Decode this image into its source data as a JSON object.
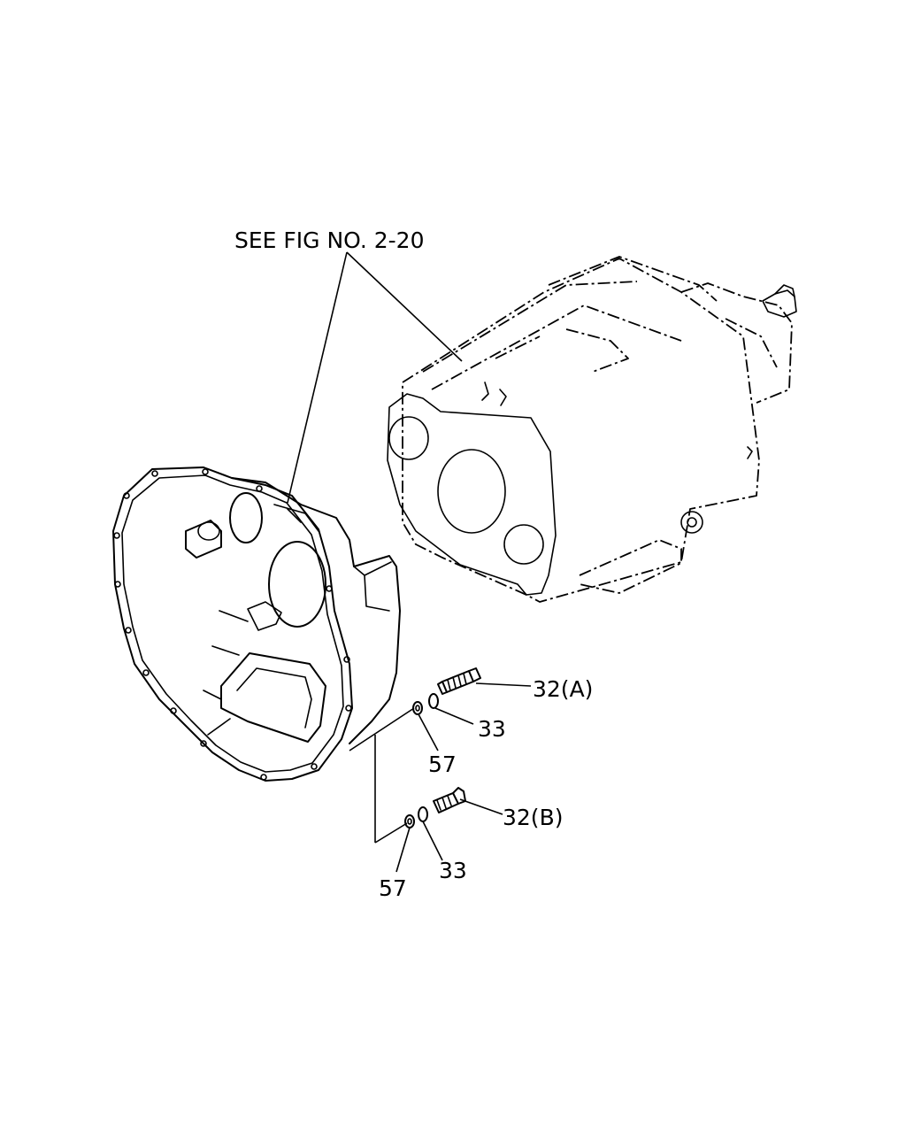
{
  "figure_reference": "SEE FIG NO. 2-20",
  "callouts": {
    "bolt_a": "32(A)",
    "washer_a": "33",
    "ring_a": "57",
    "bolt_b": "32(B)",
    "washer_b": "33",
    "ring_b": "57"
  }
}
